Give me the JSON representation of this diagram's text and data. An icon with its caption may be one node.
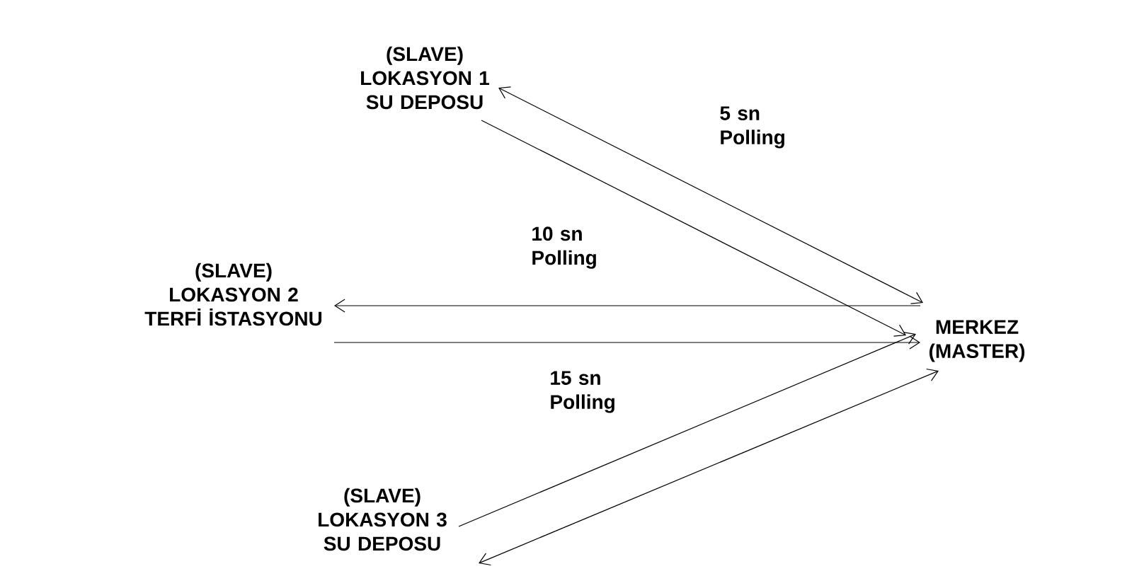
{
  "diagram": {
    "nodes": [
      {
        "text": [
          "(SLAVE)",
          "LOKASYON 1 SU DEPOSU"
        ]
      },
      {
        "text": [
          "(SLAVE)",
          "LOKASYON 2 TERFİ İSTASYONU"
        ]
      },
      {
        "text": [
          "(SLAVE)",
          "LOKASYON 3 SU DEPOSU"
        ]
      },
      {
        "text": [
          "MERKEZ (MASTER)"
        ]
      }
    ],
    "edges": [
      {
        "from": 0,
        "to": 3,
        "arrow": "both"
      },
      {
        "from": 0,
        "to": 3,
        "arrow": "to"
      },
      {
        "from": 3,
        "to": 1,
        "arrow": "to"
      },
      {
        "from": 1,
        "to": 3,
        "arrow": "to"
      },
      {
        "from": 2,
        "to": 3,
        "arrow": "to"
      },
      {
        "from": 2,
        "to": 3,
        "arrow": "both"
      }
    ],
    "labels": [
      "5 sn Polling",
      "10 sn Polling",
      "15 sn Polling"
    ]
  }
}
